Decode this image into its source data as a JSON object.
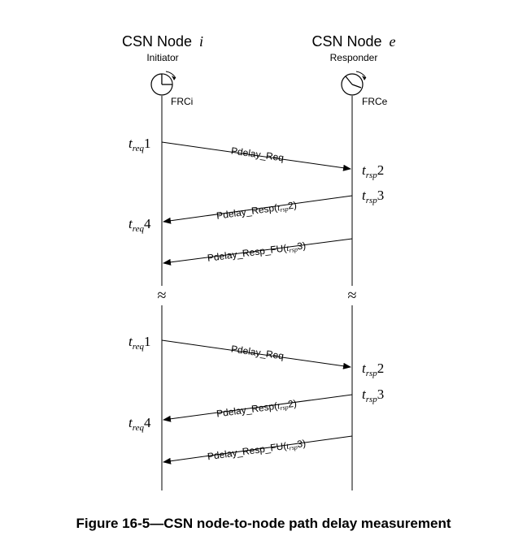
{
  "left_node": {
    "title": "CSN Node",
    "id": "i",
    "role": "Initiator",
    "clock": "FRCi"
  },
  "right_node": {
    "title": "CSN Node",
    "id": "e",
    "role": "Responder",
    "clock": "FRCe"
  },
  "break_symbol": "≈",
  "timestamps": {
    "req": "req",
    "rsp": "rsp",
    "t": "t",
    "n1": "1",
    "n2": "2",
    "n3": "3",
    "n4": "4"
  },
  "messages": {
    "pdelay_req": "Pdelay_Req",
    "pdelay_resp_prefix": "Pdelay_Resp(",
    "pdelay_resp_fu_prefix": "Pdelay_Resp_FU(",
    "arg_t": "t",
    "arg_sub": "rsp",
    "arg_2": "2",
    "arg_3": "3",
    "close": ")"
  },
  "caption": "Figure 16-5—CSN node-to-node path delay measurement"
}
